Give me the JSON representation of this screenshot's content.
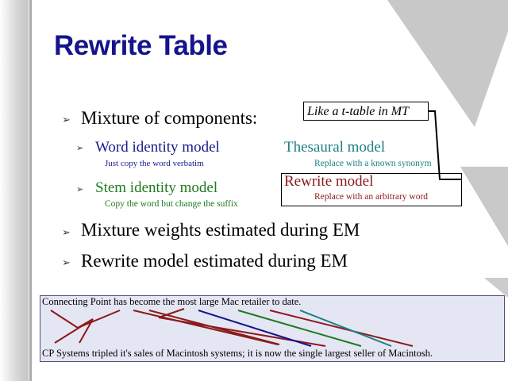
{
  "slide": {
    "title": "Rewrite Table",
    "bullet_glyph": "➢",
    "bullets": [
      "Mixture of components:",
      "Mixture weights estimated during EM",
      "Rewrite model estimated during EM"
    ],
    "sub": [
      {
        "label": "Word identity model",
        "note": "Just copy the word verbatim"
      },
      {
        "label": "Stem identity model",
        "note": "Copy the word but change the suffix"
      }
    ],
    "thesaural": {
      "label": "Thesaural model",
      "note": "Replace with a known synonym"
    },
    "rewrite": {
      "label": "Rewrite model",
      "note": "Replace with an arbitrary word"
    },
    "callout": "Like a t-table in MT"
  },
  "alignment": {
    "source": "Connecting Point has become the most large Mac retailer to date.",
    "target": "CP Systems tripled it's sales of Macintosh systems; it is now the single largest seller of Macintosh."
  },
  "colors": {
    "title": "#14148c",
    "word_identity": "#1a1a8c",
    "stem_identity": "#1f7a1f",
    "thesaural": "#1c7f84",
    "rewrite": "#8b1a1a",
    "panel_bg": "#e4e6f4"
  }
}
